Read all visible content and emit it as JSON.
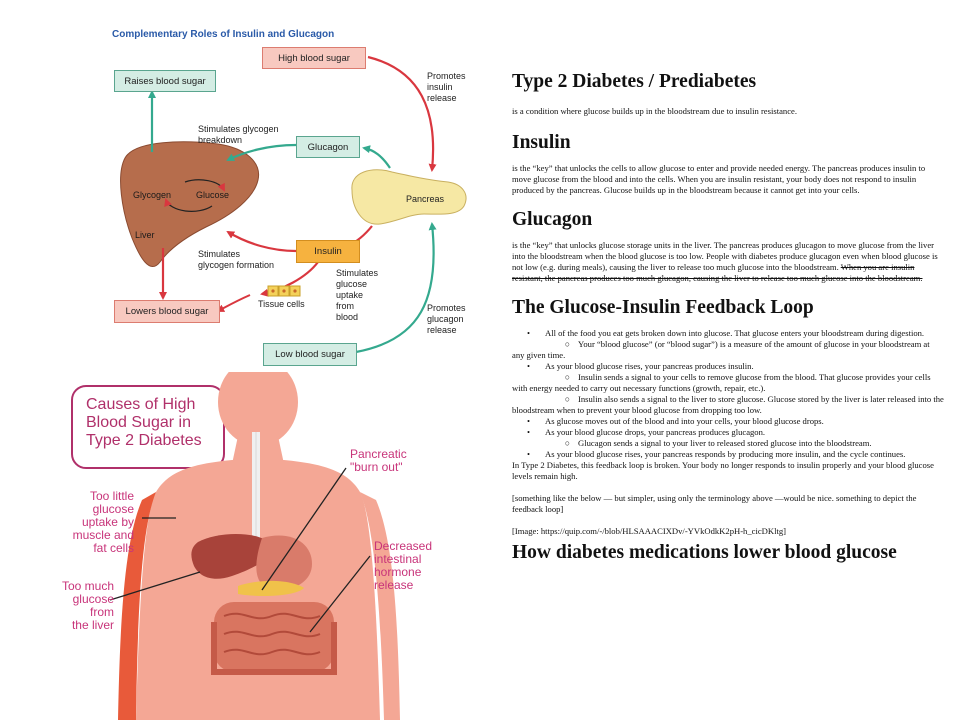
{
  "diagram1": {
    "title": "Complementary Roles of Insulin and Glucagon",
    "boxes": {
      "high_blood_sugar": "High blood sugar",
      "raises_blood_sugar": "Raises blood sugar",
      "glucagon": "Glucagon",
      "insulin": "Insulin",
      "lowers_blood_sugar": "Lowers blood sugar",
      "low_blood_sugar": "Low blood sugar"
    },
    "labels": {
      "promotes_insulin_release": [
        "Promotes",
        "insulin",
        "release"
      ],
      "stimulates_glycogen_breakdown": [
        "Stimulates glycogen",
        "breakdown"
      ],
      "glycogen": "Glycogen",
      "glucose": "Glucose",
      "liver": "Liver",
      "pancreas": "Pancreas",
      "stimulates_glycogen_formation": [
        "Stimulates",
        "glycogen formation"
      ],
      "stimulates_glucose_uptake": [
        "Stimulates",
        "glucose",
        "uptake",
        "from",
        "blood"
      ],
      "tissue_cells": "Tissue cells",
      "promotes_glucagon_release": [
        "Promotes",
        "glucagon",
        "release"
      ]
    },
    "colors": {
      "green_arrow": "#34a98e",
      "red_arrow": "#d9373f",
      "liver": "#b66d4c",
      "pancreas": "#f6e8a4"
    }
  },
  "diagram2": {
    "title": [
      "Causes of High",
      "Blood Sugar in",
      "Type 2 Diabetes"
    ],
    "labels": {
      "pancreatic": [
        "Pancreatic",
        "\"burn out\""
      ],
      "too_little": [
        "Too little",
        "glucose",
        "uptake by",
        "muscle and",
        "fat cells"
      ],
      "decreased": [
        "Decreased",
        "intestinal",
        "hormone",
        "release"
      ],
      "too_much": [
        "Too much",
        "glucose",
        "from",
        "the liver"
      ]
    },
    "colors": {
      "label": "#c8347a",
      "body": "#f4a795"
    }
  },
  "doc": {
    "h_t2d": "Type 2 Diabetes / Prediabetes",
    "p_t2d": "is a condition where glucose builds up in the bloodstream due to insulin resistance.",
    "h_insulin": "Insulin",
    "p_insulin": "is the “key” that unlocks the cells to allow glucose to enter and provide needed energy. The pancreas produces insulin to move glucose from the blood and into the cells. When you are insulin resistant, your body does not respond to insulin produced by the pancreas. Glucose builds up in the bloodstream because it cannot get into your cells.",
    "h_glucagon": "Glucagon",
    "p_glucagon": "is the “key” that unlocks glucose storage units in the liver. The pancreas produces glucagon to move glucose from the liver into the bloodstream when the blood glucose is too low. People with diabetes produce glucagon even when blood glucose is not low (e.g. during meals), causing the liver to release too much glucose into the bloodstream. ",
    "p_glucagon_strike": "When you are insulin resistant, the pancreas produces too much glucagon, causing the liver to release too much glucose into the bloodstream.",
    "h_loop": "The Glucose-Insulin Feedback Loop",
    "bullet_glyph": "•",
    "circle_glyph": "○",
    "items": [
      "All of the food you eat gets broken down into glucose. That glucose enters your bloodstream during digestion.",
      "Your “blood glucose” (or “blood sugar”) is a measure of the amount of glucose in your bloodstream at any given time.",
      "As your blood glucose rises, your pancreas produces insulin.",
      "Insulin sends a signal to your cells to remove glucose from the blood. That glucose provides your cells with energy needed to carry out necessary functions (growth, repair, etc.).",
      "Insulin also sends a signal to the liver to store glucose. Glucose stored by the liver is later released into the bloodstream when to prevent your blood glucose from dropping too low.",
      "As glucose moves out of the blood and into your cells, your blood glucose drops.",
      "As your blood glucose drops, your pancreas produces glucagon.",
      "Glucagon sends a signal to your liver to released stored glucose into the bloodstream.",
      "As your blood glucose rises, your pancreas responds by producing more insulin, and the cycle continues."
    ],
    "p_broken": "In Type 2 Diabetes, this feedback loop is broken. Your body no longer responds to insulin properly and your blood glucose levels remain high.",
    "p_note": "[something like the below — but simpler, using only the terminology above —would be nice. something to depict the feedback loop]",
    "p_image": "[Image: https://quip.com/-/blob/HLSAAACIXDv/-YVkOdkK2pH-h_cicDKltg]",
    "h_cut": "How diabetes medications lower blood glucose"
  }
}
